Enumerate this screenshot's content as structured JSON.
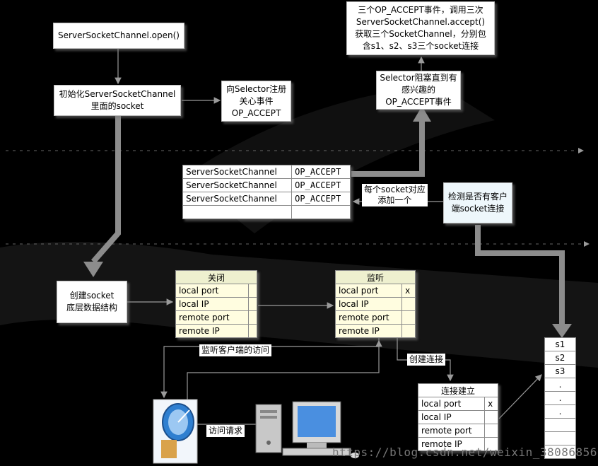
{
  "boxes": {
    "open": "ServerSocketChannel.open()",
    "init": "初始化ServerSocketChannel\n里面的socket",
    "register": "向Selector注册\n关心事件\nOP_ACCEPT",
    "selector_block": "Selector阻塞直到有\n感兴趣的\nOP_ACCEPT事件",
    "accept_result": "三个OP_ACCEPT事件，调用三次\nServerSocketChannel.accept()\n获取三个SocketChannel，分别包\n含s1、s2、s3三个socket连接",
    "create_socket": "创建socket\n底层数据结构",
    "detect_client": "检测是否有客户\n端socket连接"
  },
  "registry_table": {
    "rows": [
      [
        "ServerSocketChannel",
        "OP_ACCEPT"
      ],
      [
        "ServerSocketChannel",
        "OP_ACCEPT"
      ],
      [
        "ServerSocketChannel",
        "OP_ACCEPT"
      ],
      [
        "",
        ""
      ]
    ]
  },
  "closed_table": {
    "title": "关闭",
    "rows": [
      "local  port",
      "local  IP",
      "remote  port",
      "remote  IP"
    ]
  },
  "listen_table": {
    "title": "监听",
    "rows": [
      "local  port",
      "local  IP",
      "remote  port",
      "remote  IP"
    ],
    "mark": "x"
  },
  "established_table": {
    "title": "连接建立",
    "rows": [
      "local  port",
      "local  IP",
      "remote  port",
      "remote  IP"
    ],
    "mark": "x"
  },
  "socket_list": [
    "s1",
    "s2",
    "s3",
    ".",
    ".",
    ".",
    "",
    "",
    ""
  ],
  "labels": {
    "per_socket": "每个socket对应\n添加一个",
    "listen_client": "监听客户端的访问",
    "create_conn": "创建连接",
    "access_request": "访问请求"
  },
  "watermark": "https://blog.csdn.net/weixin_38086856",
  "colors": {
    "background": "#000000",
    "arrow_gray": "#8c8c8c",
    "thin_arrow": "#9a9a9a",
    "table_yellow": "#fffde0"
  }
}
